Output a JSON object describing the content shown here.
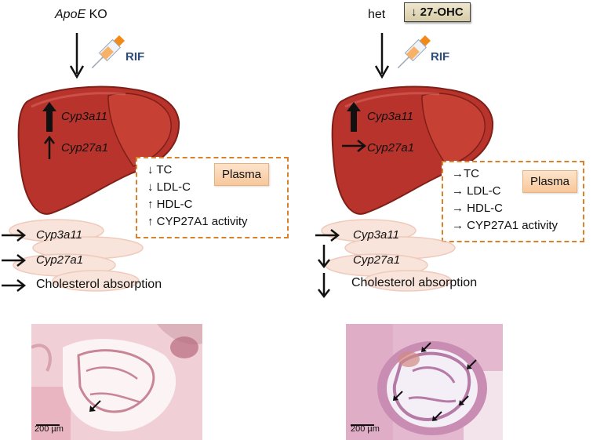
{
  "left": {
    "label_gene": "ApoE",
    "label_rest": " KO",
    "drug": "RIF",
    "liver_genes": [
      "Cyp3a11",
      "Cyp27a1"
    ],
    "plasma_title": "Plasma",
    "plasma_items": [
      "↓ TC",
      "↓ LDL-C",
      "↑ HDL-C",
      "↑ CYP27A1 activity"
    ],
    "intestine_items": [
      "Cyp3a11",
      "Cyp27a1",
      "Cholesterol absorption"
    ],
    "scale_bar": "200 µm"
  },
  "right": {
    "label": "het",
    "ohc_badge": "↓ 27-OHC",
    "drug": "RIF",
    "liver_genes": [
      "Cyp3a11",
      "Cyp27a1"
    ],
    "plasma_title": "Plasma",
    "plasma_items": [
      "→TC",
      "→ LDL-C",
      "→ HDL-C",
      "→ CYP27A1 activity"
    ],
    "intestine_items": [
      "Cyp3a11",
      "Cyp27a1",
      "Cholesterol absorption"
    ],
    "scale_bar": "200 µm"
  },
  "colors": {
    "liver": "#b7332b",
    "liver_dark": "#7e1f18",
    "plasma_border": "#d9822b",
    "intestine": "#f3c9b8",
    "histology_bg": "#efc6cf"
  }
}
